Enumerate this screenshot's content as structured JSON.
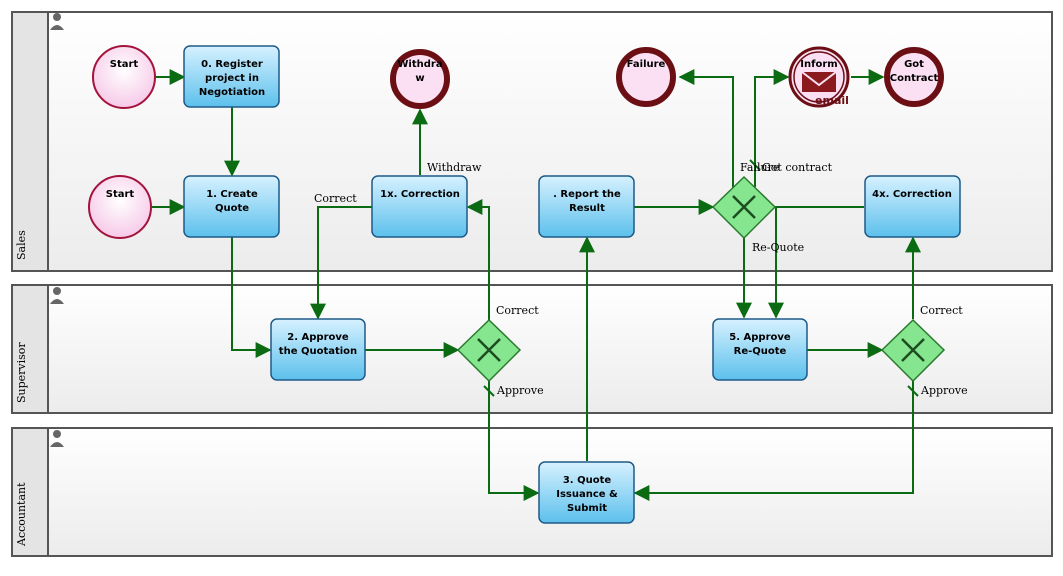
{
  "lanes": [
    {
      "id": "sales",
      "label": "Sales"
    },
    {
      "id": "supervisor",
      "label": "Supervisor"
    },
    {
      "id": "accountant",
      "label": "Accountant"
    }
  ],
  "events": {
    "start1": {
      "label": "Start",
      "kind": "start"
    },
    "start2": {
      "label": "Start",
      "kind": "start"
    },
    "withdraw": {
      "label": [
        "Withdra",
        "w"
      ],
      "kind": "end"
    },
    "failure": {
      "label": "Failure",
      "kind": "end"
    },
    "inform": {
      "label": "Inform",
      "sub": "email",
      "kind": "message"
    },
    "got_contract": {
      "label": [
        "Got",
        "Contract"
      ],
      "kind": "end"
    }
  },
  "tasks": {
    "register": {
      "lines": [
        "0. Register",
        "project in",
        "Negotiation"
      ]
    },
    "create_quote": {
      "lines": [
        "1. Create",
        "Quote"
      ]
    },
    "correction1": {
      "lines": [
        "1x. Correction"
      ]
    },
    "report": {
      "lines": [
        ". Report the",
        "Result"
      ]
    },
    "correction4": {
      "lines": [
        "4x. Correction"
      ]
    },
    "approve_quotation": {
      "lines": [
        "2. Approve",
        "the Quotation"
      ]
    },
    "approve_requote": {
      "lines": [
        "5. Approve",
        "Re-Quote"
      ]
    },
    "quote_issuance": {
      "lines": [
        "3. Quote",
        "Issuance &",
        "Submit"
      ]
    }
  },
  "flow_labels": {
    "withdraw": "Withdraw",
    "correct_top": "Correct",
    "correct_left": "Correct",
    "approve_left": "Approve",
    "failure": "Failure",
    "got_contract": "Got contract",
    "re_quote": "Re-Quote",
    "correct_right": "Correct",
    "approve_right": "Approve"
  },
  "colors": {
    "task_fill_top": "#d6f1ff",
    "task_fill_bottom": "#5cc0ec",
    "task_stroke": "#1e5a87",
    "start_fill": "#fbe0f3",
    "start_stroke": "#a3133b",
    "end_stroke": "#6b0f14",
    "gateway_fill": "#86e58f",
    "gateway_stroke": "#2a7a2e",
    "flow": "#0b6b12",
    "lane_border": "#555555",
    "lane_fill": "#f2f2f2",
    "lane_header": "#e4e4e4"
  },
  "icons": [
    "user-icon",
    "email-envelope-icon",
    "gateway-x-icon"
  ]
}
